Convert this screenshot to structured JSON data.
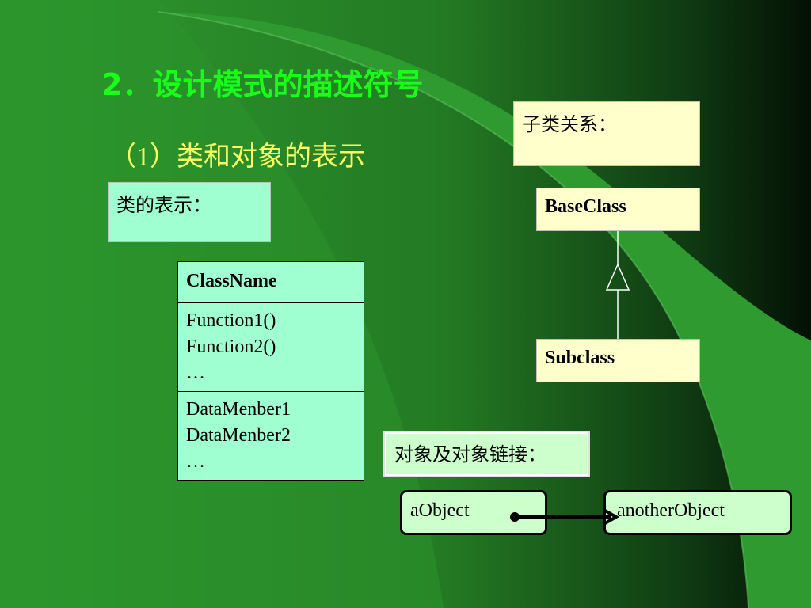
{
  "slide": {
    "title": "2．设计模式的描述符号",
    "subtitle": "（1）类和对象的表示"
  },
  "class_repr": {
    "label": "类的表示：",
    "class_name": "ClassName",
    "functions": [
      "Function1()",
      "Function2()",
      "…"
    ],
    "data_members": [
      "DataMenber1",
      "DataMenber2",
      "…"
    ]
  },
  "subclass_rel": {
    "label": "子类关系：",
    "base_class": "BaseClass",
    "subclass": "Subclass"
  },
  "object_link": {
    "label": "对象及对象链接：",
    "source_object": "aObject",
    "target_object": "anotherObject"
  },
  "colors": {
    "background": "#2a8a2a",
    "title": "#1aff1a",
    "subtitle": "#ffff66",
    "mint_box": "#a0ffd0",
    "cream_box": "#ffffcc",
    "object_box": "#ccffcc"
  }
}
